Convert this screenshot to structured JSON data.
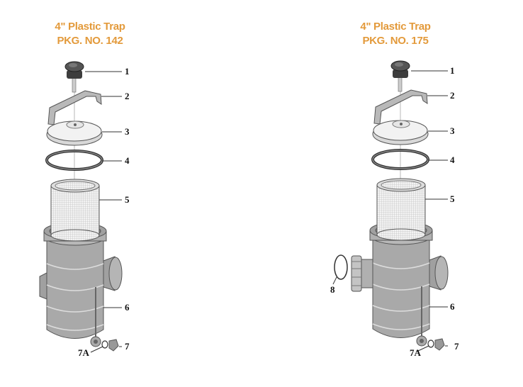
{
  "diagrams": [
    {
      "title_line1": "4\" Plastic Trap",
      "title_line2": "PKG. NO. 142",
      "parts": {
        "p1": "1",
        "p2": "2",
        "p3": "3",
        "p4": "4",
        "p5": "5",
        "p6": "6",
        "p7": "7",
        "p7a": "7A"
      }
    },
    {
      "title_line1": "4\" Plastic Trap",
      "title_line2": "PKG. NO. 175",
      "parts": {
        "p1": "1",
        "p2": "2",
        "p3": "3",
        "p4": "4",
        "p5": "5",
        "p6": "6",
        "p7": "7",
        "p7a": "7A",
        "p8": "8"
      }
    }
  ],
  "colors": {
    "title": "#e39a3b",
    "body": "#a9a9a9",
    "knob": "#4d4d4d"
  }
}
